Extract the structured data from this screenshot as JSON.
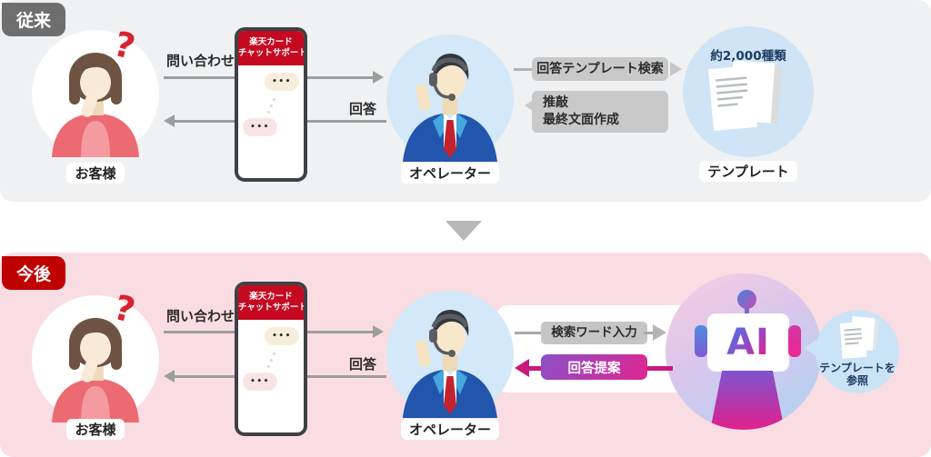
{
  "title": "Rakuten Card chat support workflow: conventional vs future",
  "colors": {
    "top_bg": "#f0f1f2",
    "bottom_bg": "#fadde3",
    "badge_gray": "#6e6e6e",
    "badge_red": "#bf0000",
    "phone_header_red": "#c50920",
    "arrow_gray": "#9e9e9e",
    "process_box_gray": "#c9c9c9",
    "magenta": "#c9187e",
    "gradient_purple": "#8a50c8",
    "gradient_magenta": "#e0258f",
    "circle_light_blue": "#cfe4f6",
    "navy_text": "#1e3c64"
  },
  "top_section": {
    "badge": "従来",
    "question_mark": "?",
    "customer_label": "お客様",
    "inquiry_label": "問い合わせ",
    "answer_label": "回答",
    "phone": {
      "header_line1": "楽天カード",
      "header_line2": "チャットサポート",
      "bubble_dots": "•••"
    },
    "operator_label": "オペレーター",
    "template_search_box": "回答テンプレート検索",
    "compose_box_line1": "推敲",
    "compose_box_line2": "最終文面作成",
    "template_count": "約2,000種類",
    "template_label": "テンプレート"
  },
  "bottom_section": {
    "badge": "今後",
    "question_mark": "?",
    "customer_label": "お客様",
    "inquiry_label": "問い合わせ",
    "answer_label": "回答",
    "phone": {
      "header_line1": "楽天カード",
      "header_line2": "チャットサポート",
      "bubble_dots": "•••"
    },
    "operator_label": "オペレーター",
    "keyword_input_box": "検索ワード入力",
    "answer_suggestion_box": "回答提案",
    "ai_label": "AI",
    "template_ref_line1": "テンプレートを",
    "template_ref_line2": "参照"
  }
}
